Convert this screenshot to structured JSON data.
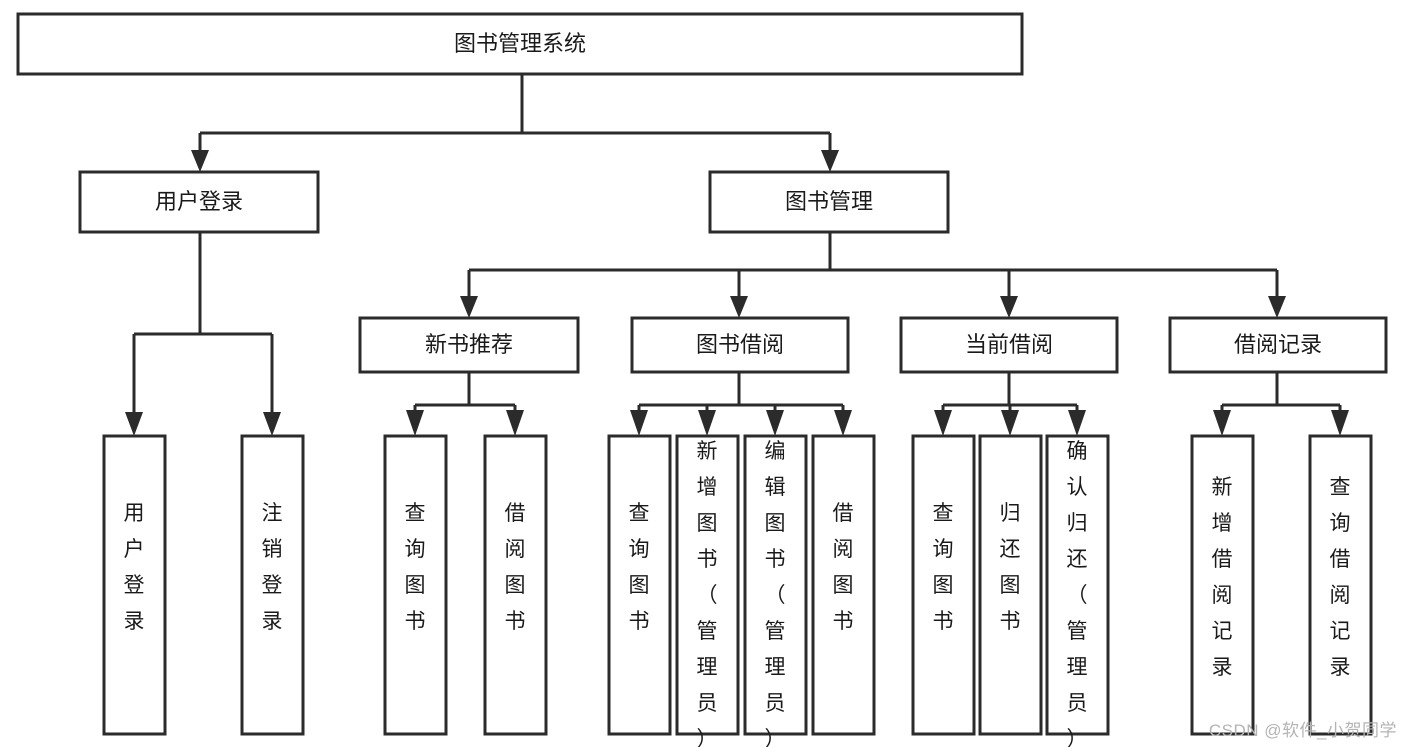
{
  "diagram": {
    "type": "hierarchy-tree",
    "title": "图书管理系统",
    "orientation": "top-down",
    "watermark": "CSDN @软件_小贺同学",
    "colors": {
      "stroke": "#2b2b2b",
      "fill": "#ffffff",
      "text": "#1a1a1a",
      "watermark": "#b4b4b4"
    },
    "root": {
      "label": "图书管理系统"
    },
    "level2": [
      {
        "label": "用户登录"
      },
      {
        "label": "图书管理"
      }
    ],
    "level3": [
      {
        "label": "新书推荐"
      },
      {
        "label": "图书借阅"
      },
      {
        "label": "当前借阅"
      },
      {
        "label": "借阅记录"
      }
    ],
    "leaves": {
      "user_login": [
        {
          "label": "用户登录"
        },
        {
          "label": "注销登录"
        }
      ],
      "new_book_recommend": [
        {
          "label": "查询图书"
        },
        {
          "label": "借阅图书"
        }
      ],
      "book_borrow": [
        {
          "label": "查询图书"
        },
        {
          "label": "新增图书（管理员）"
        },
        {
          "label": "编辑图书（管理员）"
        },
        {
          "label": "借阅图书"
        }
      ],
      "current_borrow": [
        {
          "label": "查询图书"
        },
        {
          "label": "归还图书"
        },
        {
          "label": "确认归还（管理员）"
        }
      ],
      "borrow_record": [
        {
          "label": "新增借阅记录"
        },
        {
          "label": "查询借阅记录"
        }
      ]
    }
  }
}
